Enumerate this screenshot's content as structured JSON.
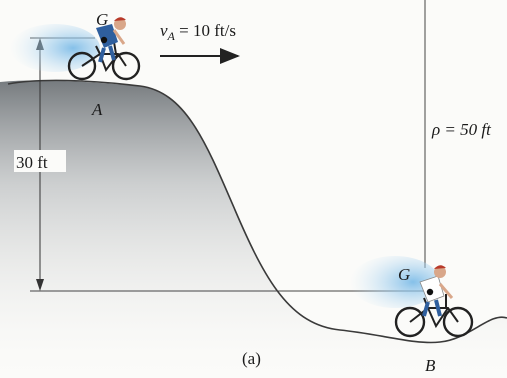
{
  "labels": {
    "velocity_symbol": "v",
    "velocity_subscript": "A",
    "velocity_value": " = 10 ft/s",
    "point_g_top": "G",
    "point_a": "A",
    "point_g_bottom": "G",
    "point_b": "B",
    "height": "30 ft",
    "rho": "ρ = 50 ft",
    "caption": "(a)"
  },
  "colors": {
    "hill_fill": "#7f8488",
    "hill_line": "#3a3a3a",
    "motion_blur": "#8fc6ea",
    "rider_shirt": "#2f5f9e",
    "rider_skin": "#d9a78a",
    "bike": "#222222"
  },
  "icons": [
    "bicycle-rider-at-A",
    "bicycle-rider-at-B",
    "velocity-arrow"
  ]
}
